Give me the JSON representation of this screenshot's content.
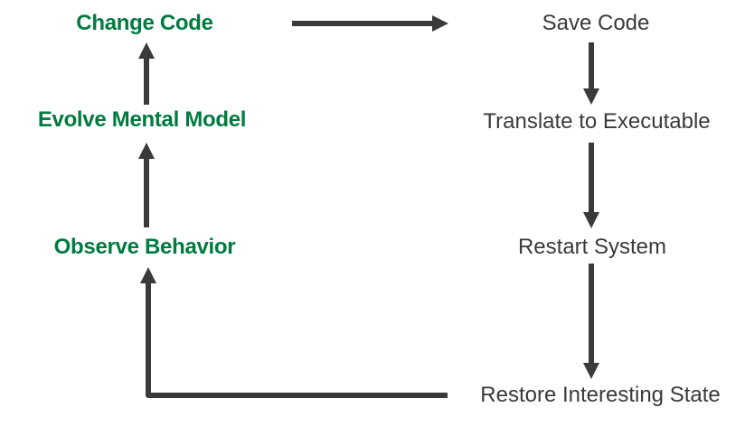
{
  "diagram": {
    "type": "flow-cycle",
    "left_column": {
      "items": [
        {
          "label": "Change Code"
        },
        {
          "label": "Evolve Mental Model"
        },
        {
          "label": "Observe Behavior"
        }
      ]
    },
    "right_column": {
      "items": [
        {
          "label": "Save Code"
        },
        {
          "label": "Translate to Executable"
        },
        {
          "label": "Restart System"
        },
        {
          "label": "Restore Interesting State"
        }
      ]
    },
    "edges": [
      {
        "from": "Change Code",
        "to": "Save Code"
      },
      {
        "from": "Save Code",
        "to": "Translate to Executable"
      },
      {
        "from": "Translate to Executable",
        "to": "Restart System"
      },
      {
        "from": "Restart System",
        "to": "Restore Interesting State"
      },
      {
        "from": "Restore Interesting State",
        "to": "Observe Behavior"
      },
      {
        "from": "Observe Behavior",
        "to": "Evolve Mental Model"
      },
      {
        "from": "Evolve Mental Model",
        "to": "Change Code"
      }
    ]
  },
  "colors": {
    "left_text": "#007B40",
    "right_text": "#3A3A3A",
    "arrow": "#3A3A3A",
    "background": "#FFFFFF"
  }
}
